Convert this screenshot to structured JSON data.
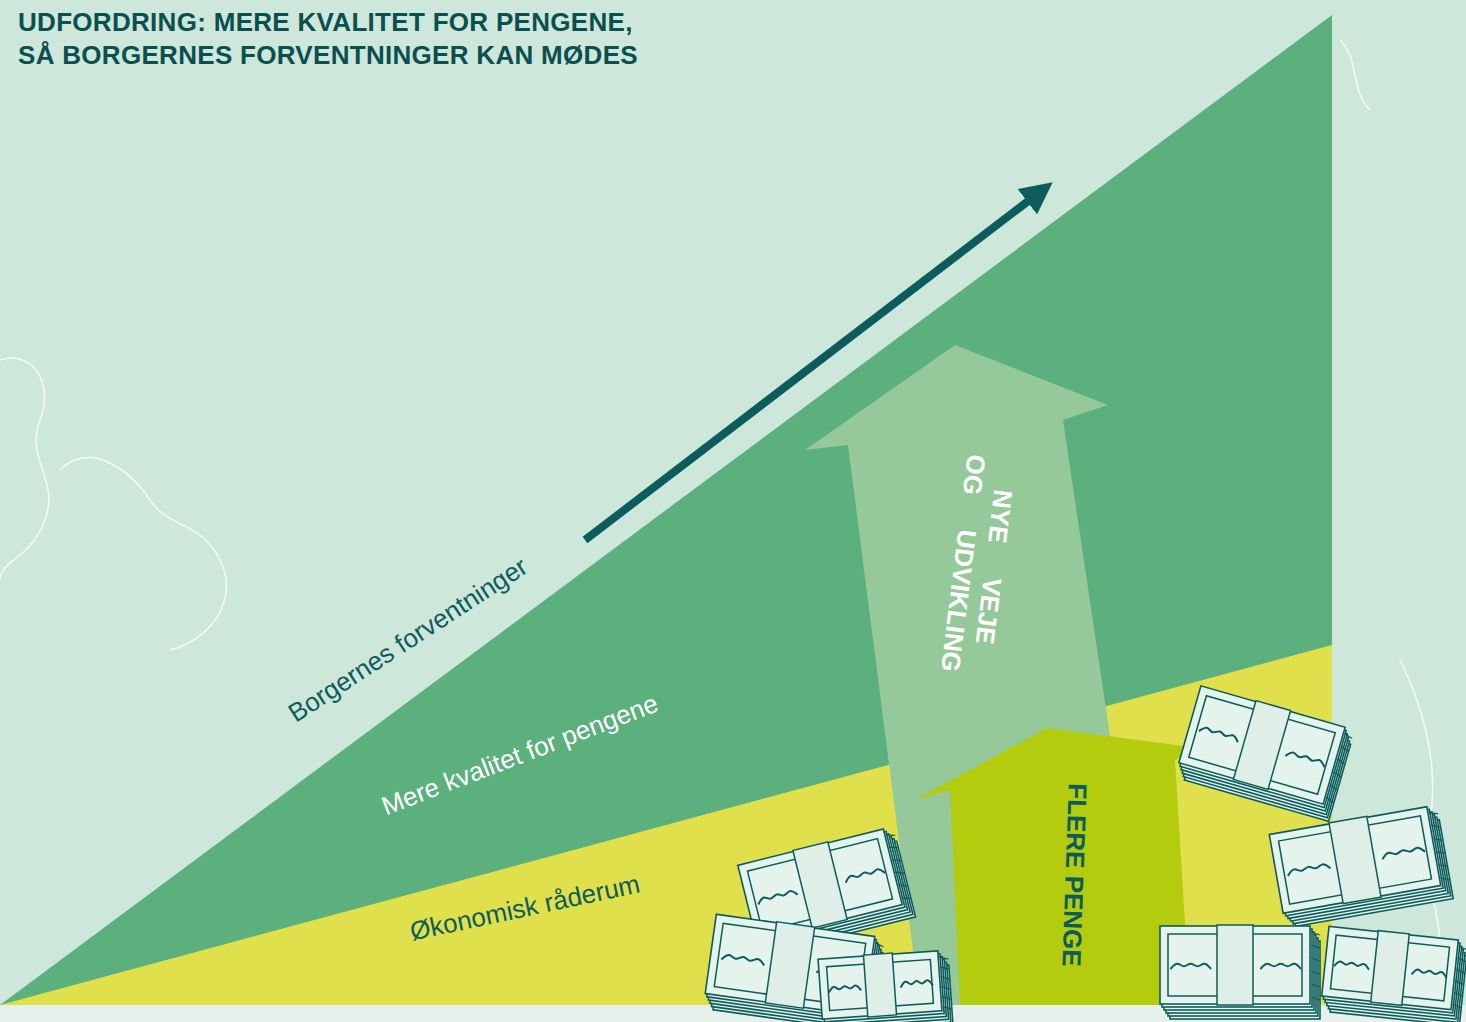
{
  "diagram": {
    "title": "UDFORDRING: MERE KVALITET FOR PENGENE, SÅ BORGERNES FORVENTNINGER KAN MØDES",
    "nodes": [
      {
        "text": [
          "Mere kvalitet for pengene"
        ]
      },
      {
        "text": [
          "Økonomisk råderum"
        ]
      },
      {
        "text": [
          "NYE VEJE OG UDVIKLING"
        ]
      },
      {
        "text": [
          "FLERE PENGE"
        ]
      }
    ],
    "labels": [
      "Borgernes forventninger"
    ]
  }
}
